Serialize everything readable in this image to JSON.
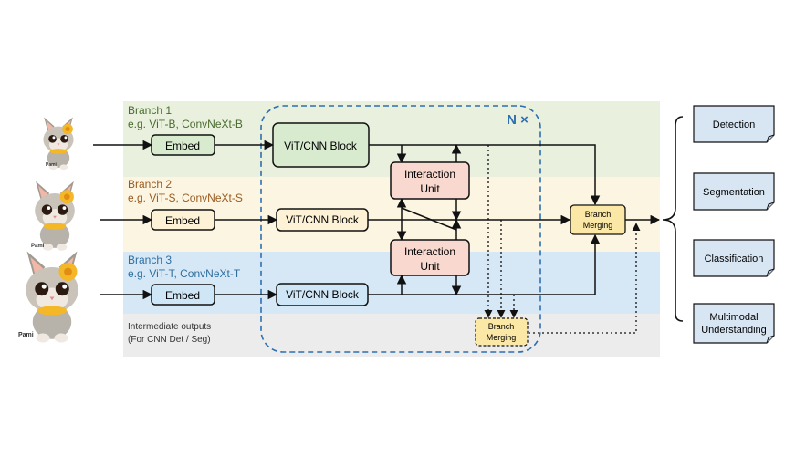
{
  "colors": {
    "band1": "#e9f1de",
    "band2": "#fbf5e2",
    "band3": "#d6e8f5",
    "band4": "#ececec",
    "block1": "#d9ebcf",
    "block2": "#fdf2d6",
    "block3": "#cfe6f6",
    "interaction": "#f8d8cf",
    "merge": "#fbe8a6",
    "loop": "#2e6fb0",
    "branch1_text": "#4a6a2e",
    "branch2_text": "#9a5b20",
    "branch3_text": "#2e6fa0",
    "task_fill": "#d8e6f4"
  },
  "branches": [
    {
      "title": "Branch 1",
      "example": "e.g. ViT-B, ConvNeXt-B",
      "embed": "Embed",
      "block": "ViT/CNN Block"
    },
    {
      "title": "Branch 2",
      "example": "e.g. ViT-S, ConvNeXt-S",
      "embed": "Embed",
      "block": "ViT/CNN Block"
    },
    {
      "title": "Branch 3",
      "example": "e.g. ViT-T, ConvNeXt-T",
      "embed": "Embed",
      "block": "ViT/CNN Block"
    }
  ],
  "loop_label": "N ×",
  "interaction_units": [
    {
      "line1": "Interaction",
      "line2": "Unit"
    },
    {
      "line1": "Interaction",
      "line2": "Unit"
    }
  ],
  "branch_merging": {
    "line1": "Branch",
    "line2": "Merging"
  },
  "intermediate": {
    "line1": "Intermediate outputs",
    "line2": "(For CNN Det / Seg)"
  },
  "cat_name": "Pami",
  "tasks": [
    {
      "line1": "Detection",
      "line2": ""
    },
    {
      "line1": "Segmentation",
      "line2": ""
    },
    {
      "line1": "Classification",
      "line2": ""
    },
    {
      "line1": "Multimodal",
      "line2": "Understanding"
    }
  ]
}
